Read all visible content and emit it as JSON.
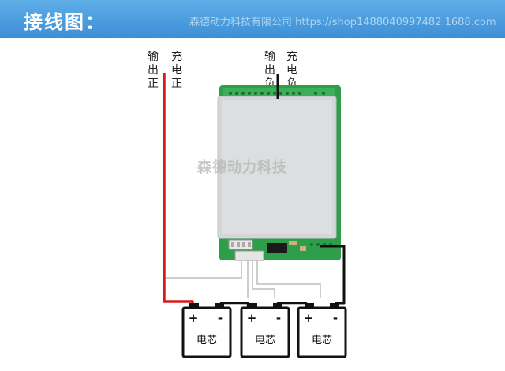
{
  "header": {
    "title": "接线图：",
    "shop": "森德动力科技有限公司 https://shop1488040997482.1688.com"
  },
  "labels": {
    "output_positive": "输出正",
    "charge_positive": "充电正",
    "output_negative": "输出负",
    "charge_negative": "充电负"
  },
  "board": {
    "watermark": "森德动力科技"
  },
  "cells": [
    {
      "label": "电芯",
      "plus": "+",
      "minus": "-"
    },
    {
      "label": "电芯",
      "plus": "+",
      "minus": "-"
    },
    {
      "label": "电芯",
      "plus": "+",
      "minus": "-"
    }
  ],
  "colors": {
    "header": "#3d8fd6",
    "positive_wire": "#d91a1a",
    "negative_wire": "#111111",
    "balance_wire": "#bdbdbd",
    "board_pcb": "#2f9e4a",
    "board_plate": "#d4d6d7"
  }
}
